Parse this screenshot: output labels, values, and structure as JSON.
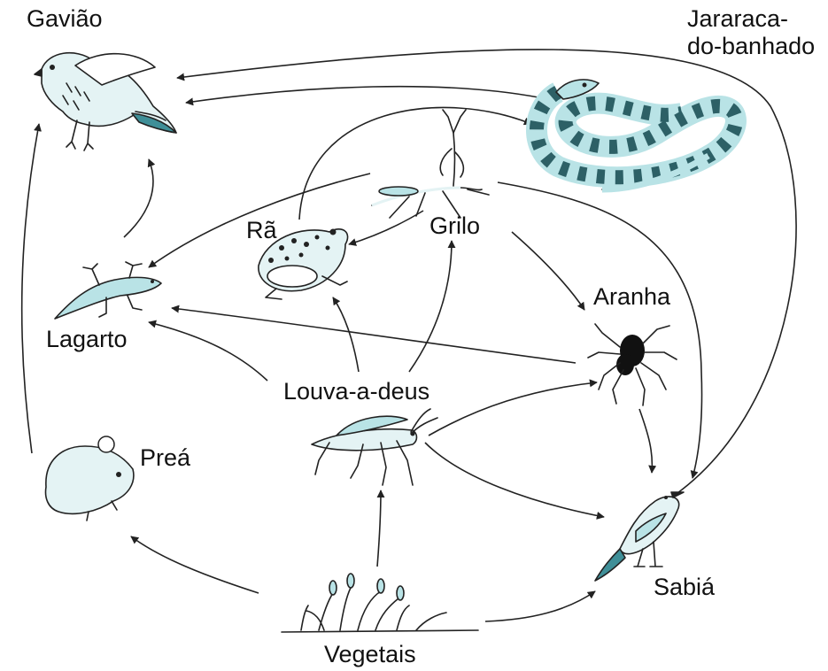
{
  "organisms": {
    "gaviao": "Gavião",
    "jararaca_line1": "Jararaca-",
    "jararaca_line2": "do-banhado",
    "ra": "Rã",
    "grilo": "Grilo",
    "aranha": "Aranha",
    "lagarto": "Lagarto",
    "louva": "Louva-a-deus",
    "prea": "Preá",
    "sabia": "Sabiá",
    "vegetais": "Vegetais"
  },
  "icons": [
    "hawk-icon",
    "snake-icon",
    "mantis-icon",
    "frog-icon",
    "lizard-icon",
    "spider-icon",
    "cavy-icon",
    "grasshopper-icon",
    "thrush-icon",
    "plants-icon"
  ],
  "colors": {
    "accent": "#b9e3e6",
    "accent_dark": "#3f8f98",
    "ink": "#222222"
  }
}
